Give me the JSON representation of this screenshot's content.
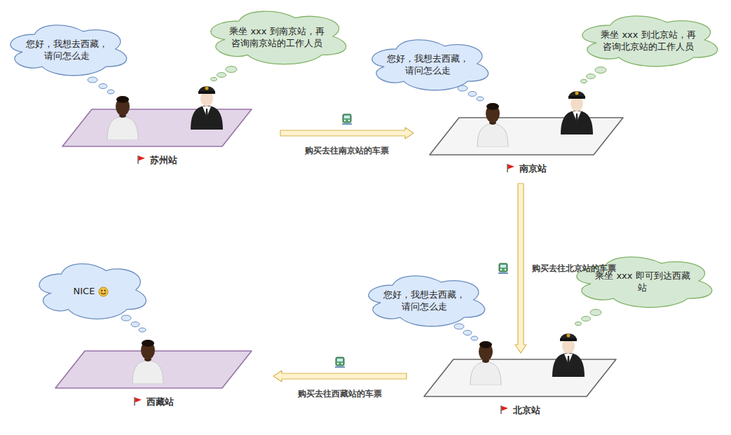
{
  "diagram": {
    "nodes": [
      {
        "text": [
          "您好，我想去西藏， 请问怎么走"
        ]
      },
      {
        "text": [
          "乘坐 xxx 到南京站，再 咨询南京站的工作人员"
        ]
      },
      {
        "text": [
          "苏州站"
        ]
      },
      {
        "text": [
          "您好，我想去西藏， 请问怎么走"
        ]
      },
      {
        "text": [
          "乘坐 xxx 到北京站，再 咨询北京站的工作人员"
        ]
      },
      {
        "text": [
          "南京站"
        ]
      },
      {
        "text": [
          "NICE"
        ]
      },
      {
        "text": [
          "西藏站"
        ]
      },
      {
        "text": [
          "您好，我想去西藏， 请问怎么走"
        ]
      },
      {
        "text": [
          "乘坐 xxx 即可到达西藏 站"
        ]
      },
      {
        "text": [
          "北京站"
        ]
      }
    ],
    "edges": [
      {
        "from": 2,
        "to": 5,
        "arrow": "to",
        "label": "购买去往南京站的车票"
      },
      {
        "from": 5,
        "to": 10,
        "arrow": "to",
        "label": "购买去往北京站的车票"
      },
      {
        "from": 10,
        "to": 7,
        "arrow": "to",
        "label": "购买去往西藏站的车票"
      }
    ]
  }
}
